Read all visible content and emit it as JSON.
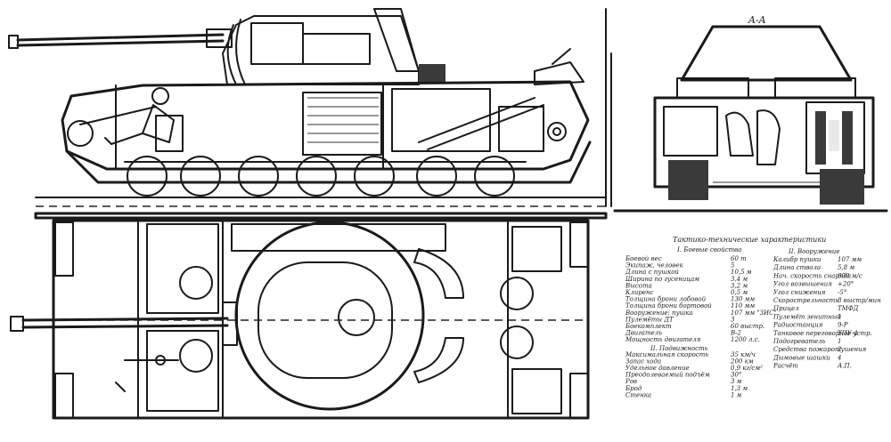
{
  "title": "Tank design drawing sheet",
  "views": {
    "side": {
      "name": "side-elevation"
    },
    "front": {
      "name": "front-section",
      "label": "A-A"
    },
    "top": {
      "name": "top-plan"
    }
  },
  "specifications": {
    "heading_line1": "Тактико-технические характеристики",
    "heading_line2": "I. Боевые свойства",
    "col1": [
      [
        "Боевой вес",
        "60 т"
      ],
      [
        "Экипаж, человек",
        "5"
      ],
      [
        "Длина с пушкой",
        "10,5 м"
      ],
      [
        "Ширина по гусеницам",
        "3,4 м"
      ],
      [
        "Высота",
        "3,2 м"
      ],
      [
        "Клиренс",
        "0,5 м"
      ],
      [
        "Толщина брони лобовой",
        "130 мм"
      ],
      [
        "Толщина брони бортовой",
        "110 мм"
      ],
      [
        "Вооружение: пушка",
        "107 мм \"ЗИС\""
      ],
      [
        "Пулемёты ДТ",
        "3"
      ],
      [
        "Боекомплект",
        "60 выстр."
      ],
      [
        "Двигатель",
        "В-2"
      ],
      [
        "Мощность двигателя",
        "1200 л.с."
      ]
    ],
    "col1_sub": "II. Подвижность",
    "col1b": [
      [
        "Максимальная скорость",
        "35 км/ч"
      ],
      [
        "Запас хода",
        "200 км"
      ],
      [
        "Удельное давление",
        "0,9 кг/см²"
      ],
      [
        "Преодолеваемый подъём",
        "30°"
      ],
      [
        "Ров",
        "3 м"
      ],
      [
        "Брод",
        "1,3 м"
      ],
      [
        "Стенка",
        "1 м"
      ]
    ],
    "col2_head": "II. Вооружение",
    "col2": [
      [
        "Калибр пушки",
        "107 мм"
      ],
      [
        "Длина ствола",
        "5,8 м"
      ],
      [
        "Нач. скорость снаряда",
        "800 м/с"
      ],
      [
        "Угол возвышения",
        "+20°"
      ],
      [
        "Угол снижения",
        "-5°"
      ],
      [
        "Скорострельность",
        "8 выстр/мин"
      ],
      [
        "Прицел",
        "ТМФД"
      ],
      [
        "Пулемёт зенитный",
        "1"
      ],
      [
        "Радиостанция",
        "9-Р"
      ],
      [
        "Танковое переговорное устр.",
        "ТПУ-4"
      ],
      [
        "Подогреватель",
        "1"
      ],
      [
        "Средства пожаротушения",
        "2"
      ],
      [
        "Дымовые шашки",
        "4"
      ],
      [
        "Расчёт",
        "А.П."
      ]
    ]
  }
}
